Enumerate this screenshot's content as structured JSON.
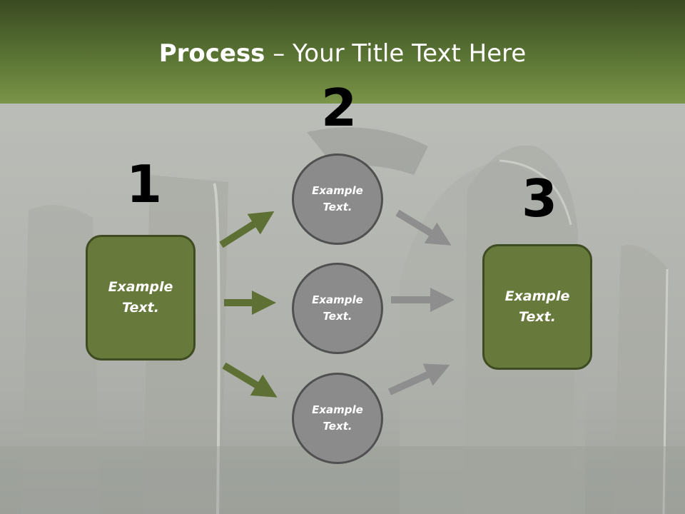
{
  "slide": {
    "title_bold": "Process",
    "title_rest": " – Your Title Text Here",
    "colors": {
      "header": "#5a7434",
      "box_fill": "#67793b",
      "circle_fill": "#8b8b8b",
      "arrow_green": "#5f7035",
      "arrow_gray": "#8e8e8e"
    }
  },
  "steps": {
    "step1": {
      "number": "1",
      "text": "Example\nText."
    },
    "step2": {
      "number": "2"
    },
    "step3": {
      "number": "3",
      "text": "Example\nText."
    }
  },
  "circles": [
    {
      "text": "Example\nText."
    },
    {
      "text": "Example\nText."
    },
    {
      "text": "Example\nText."
    }
  ]
}
